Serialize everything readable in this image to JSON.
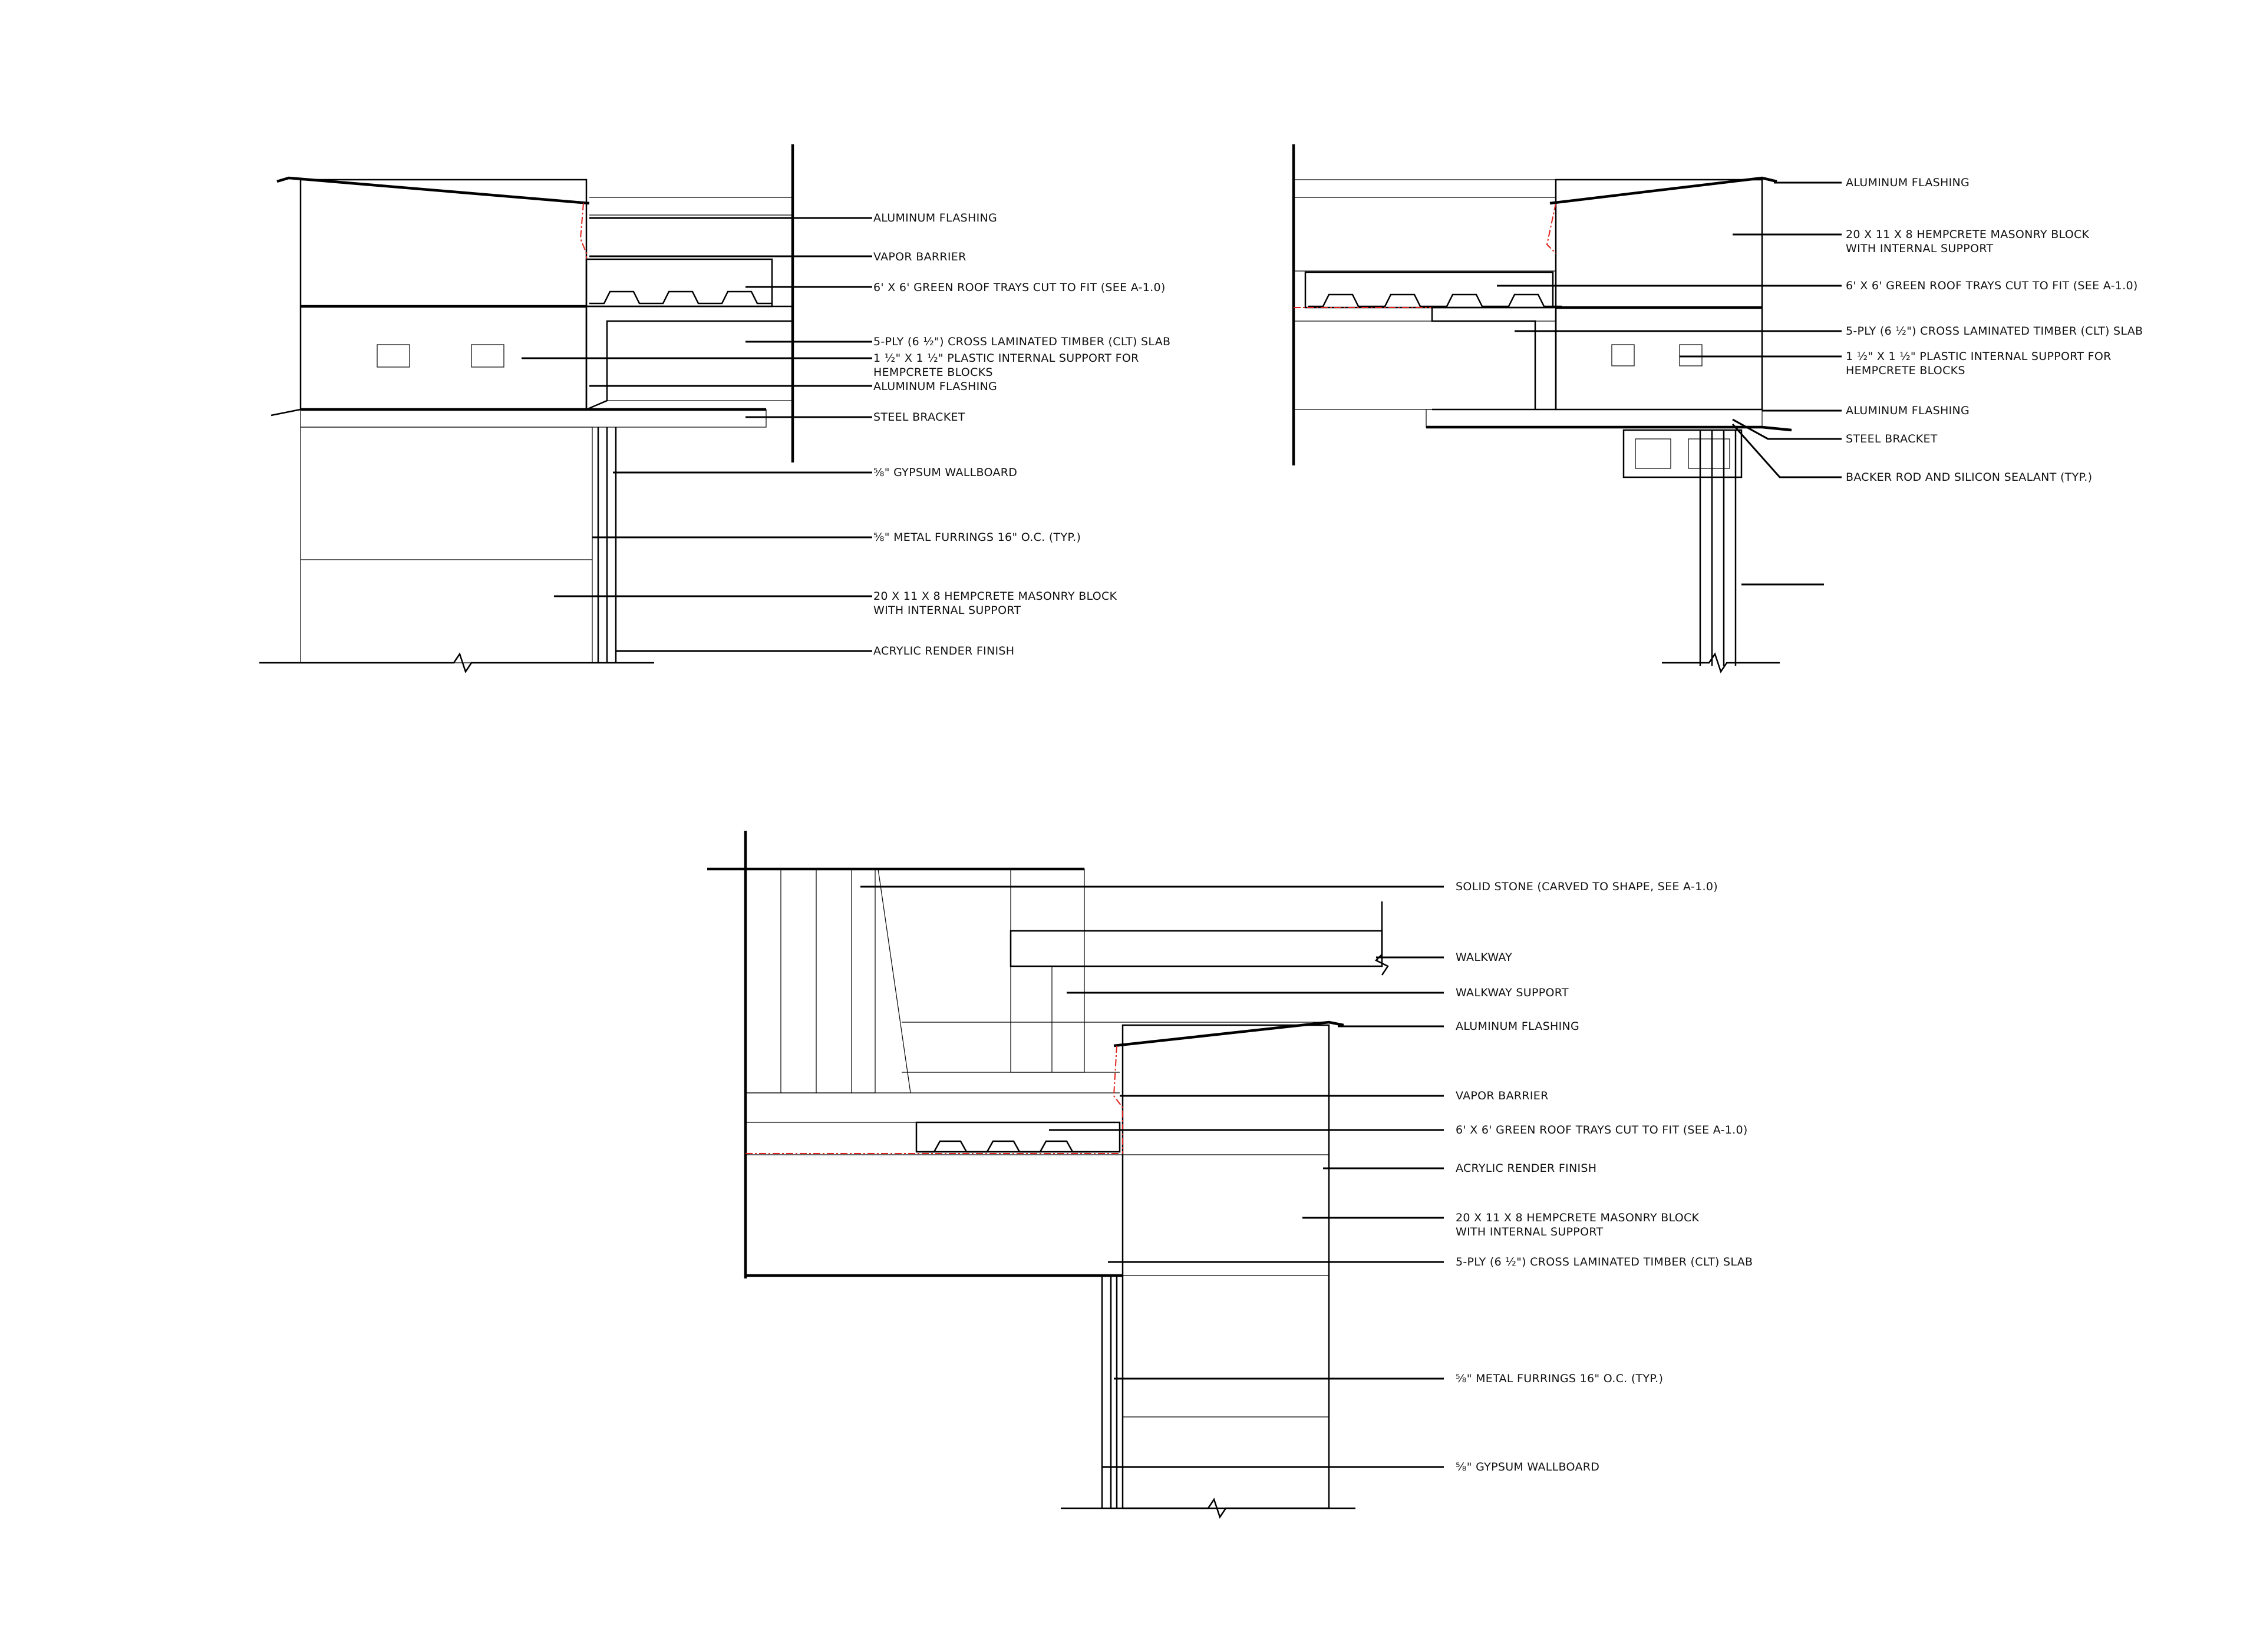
{
  "colors": {
    "ink": "#000000",
    "membrane": "#e0201a",
    "paper": "#ffffff"
  },
  "details": {
    "top_left": {
      "labels": [
        "ALUMINUM FLASHING",
        "VAPOR BARRIER",
        "6' X 6' GREEN ROOF TRAYS CUT TO FIT (SEE A-1.0)",
        "5-PLY (6 ½\") CROSS LAMINATED TIMBER (CLT) SLAB",
        "1 ½\" X 1 ½\" PLASTIC INTERNAL SUPPORT FOR",
        "HEMPCRETE BLOCKS",
        "ALUMINUM FLASHING",
        "STEEL BRACKET",
        "⅝\" GYPSUM WALLBOARD",
        "⅝\" METAL FURRINGS 16\" O.C. (TYP.)",
        "20 X 11 X 8 HEMPCRETE MASONRY BLOCK",
        "WITH INTERNAL SUPPORT",
        "ACRYLIC RENDER FINISH"
      ]
    },
    "top_right": {
      "labels": [
        "ALUMINUM FLASHING",
        "20 X 11 X 8 HEMPCRETE MASONRY BLOCK",
        "WITH INTERNAL SUPPORT",
        "6' X 6' GREEN ROOF TRAYS CUT TO FIT (SEE A-1.0)",
        "5-PLY (6 ½\") CROSS LAMINATED TIMBER (CLT) SLAB",
        "1 ½\" X 1 ½\" PLASTIC INTERNAL SUPPORT FOR",
        "HEMPCRETE BLOCKS",
        "ALUMINUM FLASHING",
        "STEEL BRACKET",
        "BACKER ROD AND SILICON SEALANT (TYP.)"
      ]
    },
    "bottom": {
      "labels": [
        "SOLID STONE (CARVED TO SHAPE, SEE A-1.0)",
        "WALKWAY",
        "WALKWAY SUPPORT",
        "ALUMINUM FLASHING",
        "VAPOR BARRIER",
        "6' X 6' GREEN ROOF TRAYS CUT TO FIT (SEE A-1.0)",
        "ACRYLIC RENDER FINISH",
        "20 X 11 X 8 HEMPCRETE MASONRY BLOCK",
        "WITH INTERNAL SUPPORT",
        "5-PLY (6 ½\") CROSS LAMINATED TIMBER (CLT) SLAB",
        "⅝\" METAL FURRINGS 16\" O.C. (TYP.)",
        "⅝\" GYPSUM WALLBOARD"
      ]
    }
  }
}
